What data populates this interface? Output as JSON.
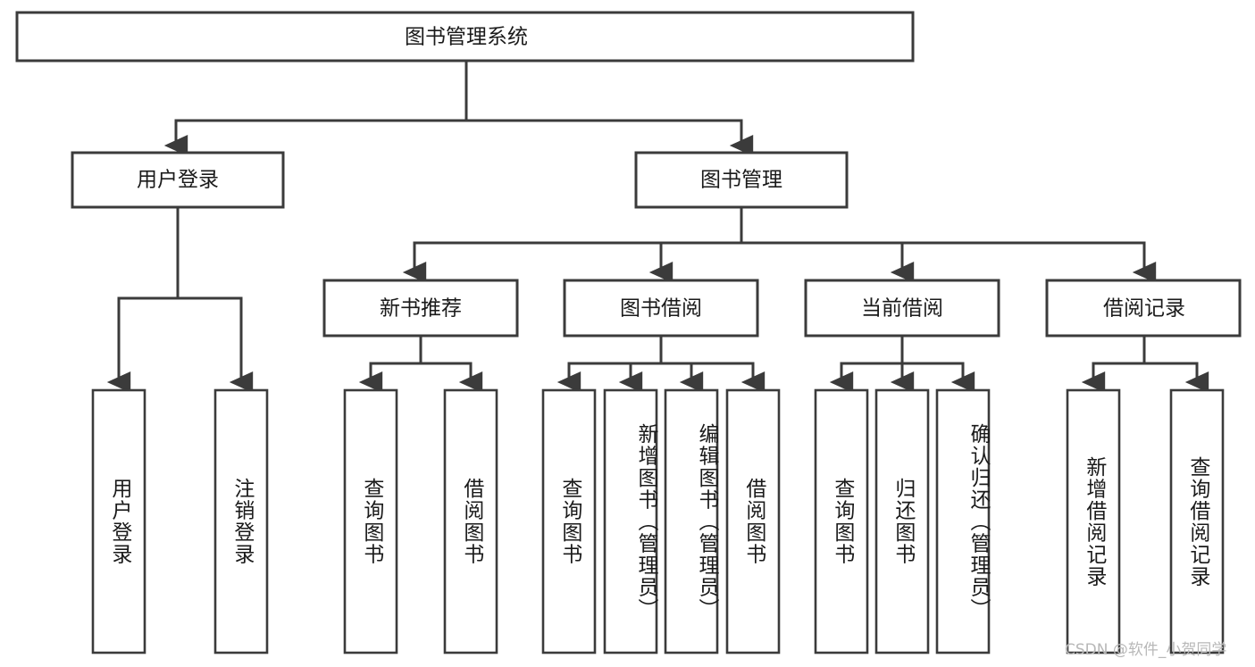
{
  "diagram": {
    "title": "图书管理系统",
    "type": "functional-structure-tree",
    "root": {
      "label": "图书管理系统"
    },
    "level2": [
      {
        "label": "用户登录"
      },
      {
        "label": "图书管理"
      }
    ],
    "level3": [
      {
        "label": "新书推荐"
      },
      {
        "label": "图书借阅"
      },
      {
        "label": "当前借阅"
      },
      {
        "label": "借阅记录"
      }
    ],
    "leaves": {
      "user_login": [
        {
          "label": "用户登录"
        },
        {
          "label": "注销登录"
        }
      ],
      "new_book_recommend": [
        {
          "label": "查询图书"
        },
        {
          "label": "借阅图书"
        }
      ],
      "book_borrow": [
        {
          "label": "查询图书"
        },
        {
          "label": "新增图书（管理员）"
        },
        {
          "label": "编辑图书（管理员）"
        },
        {
          "label": "借阅图书"
        }
      ],
      "current_borrow": [
        {
          "label": "查询图书"
        },
        {
          "label": "归还图书"
        },
        {
          "label": "确认归还（管理员）"
        }
      ],
      "borrow_record": [
        {
          "label": "新增借阅记录"
        },
        {
          "label": "查询借阅记录"
        }
      ]
    }
  },
  "watermark": {
    "text": "CSDN @软件_小贺同学"
  },
  "colors": {
    "stroke": "#3b3b3b",
    "box_fill": "#ffffff",
    "text": "#1a1a1a",
    "watermark": "#b8b8b8",
    "background": "#ffffff"
  }
}
